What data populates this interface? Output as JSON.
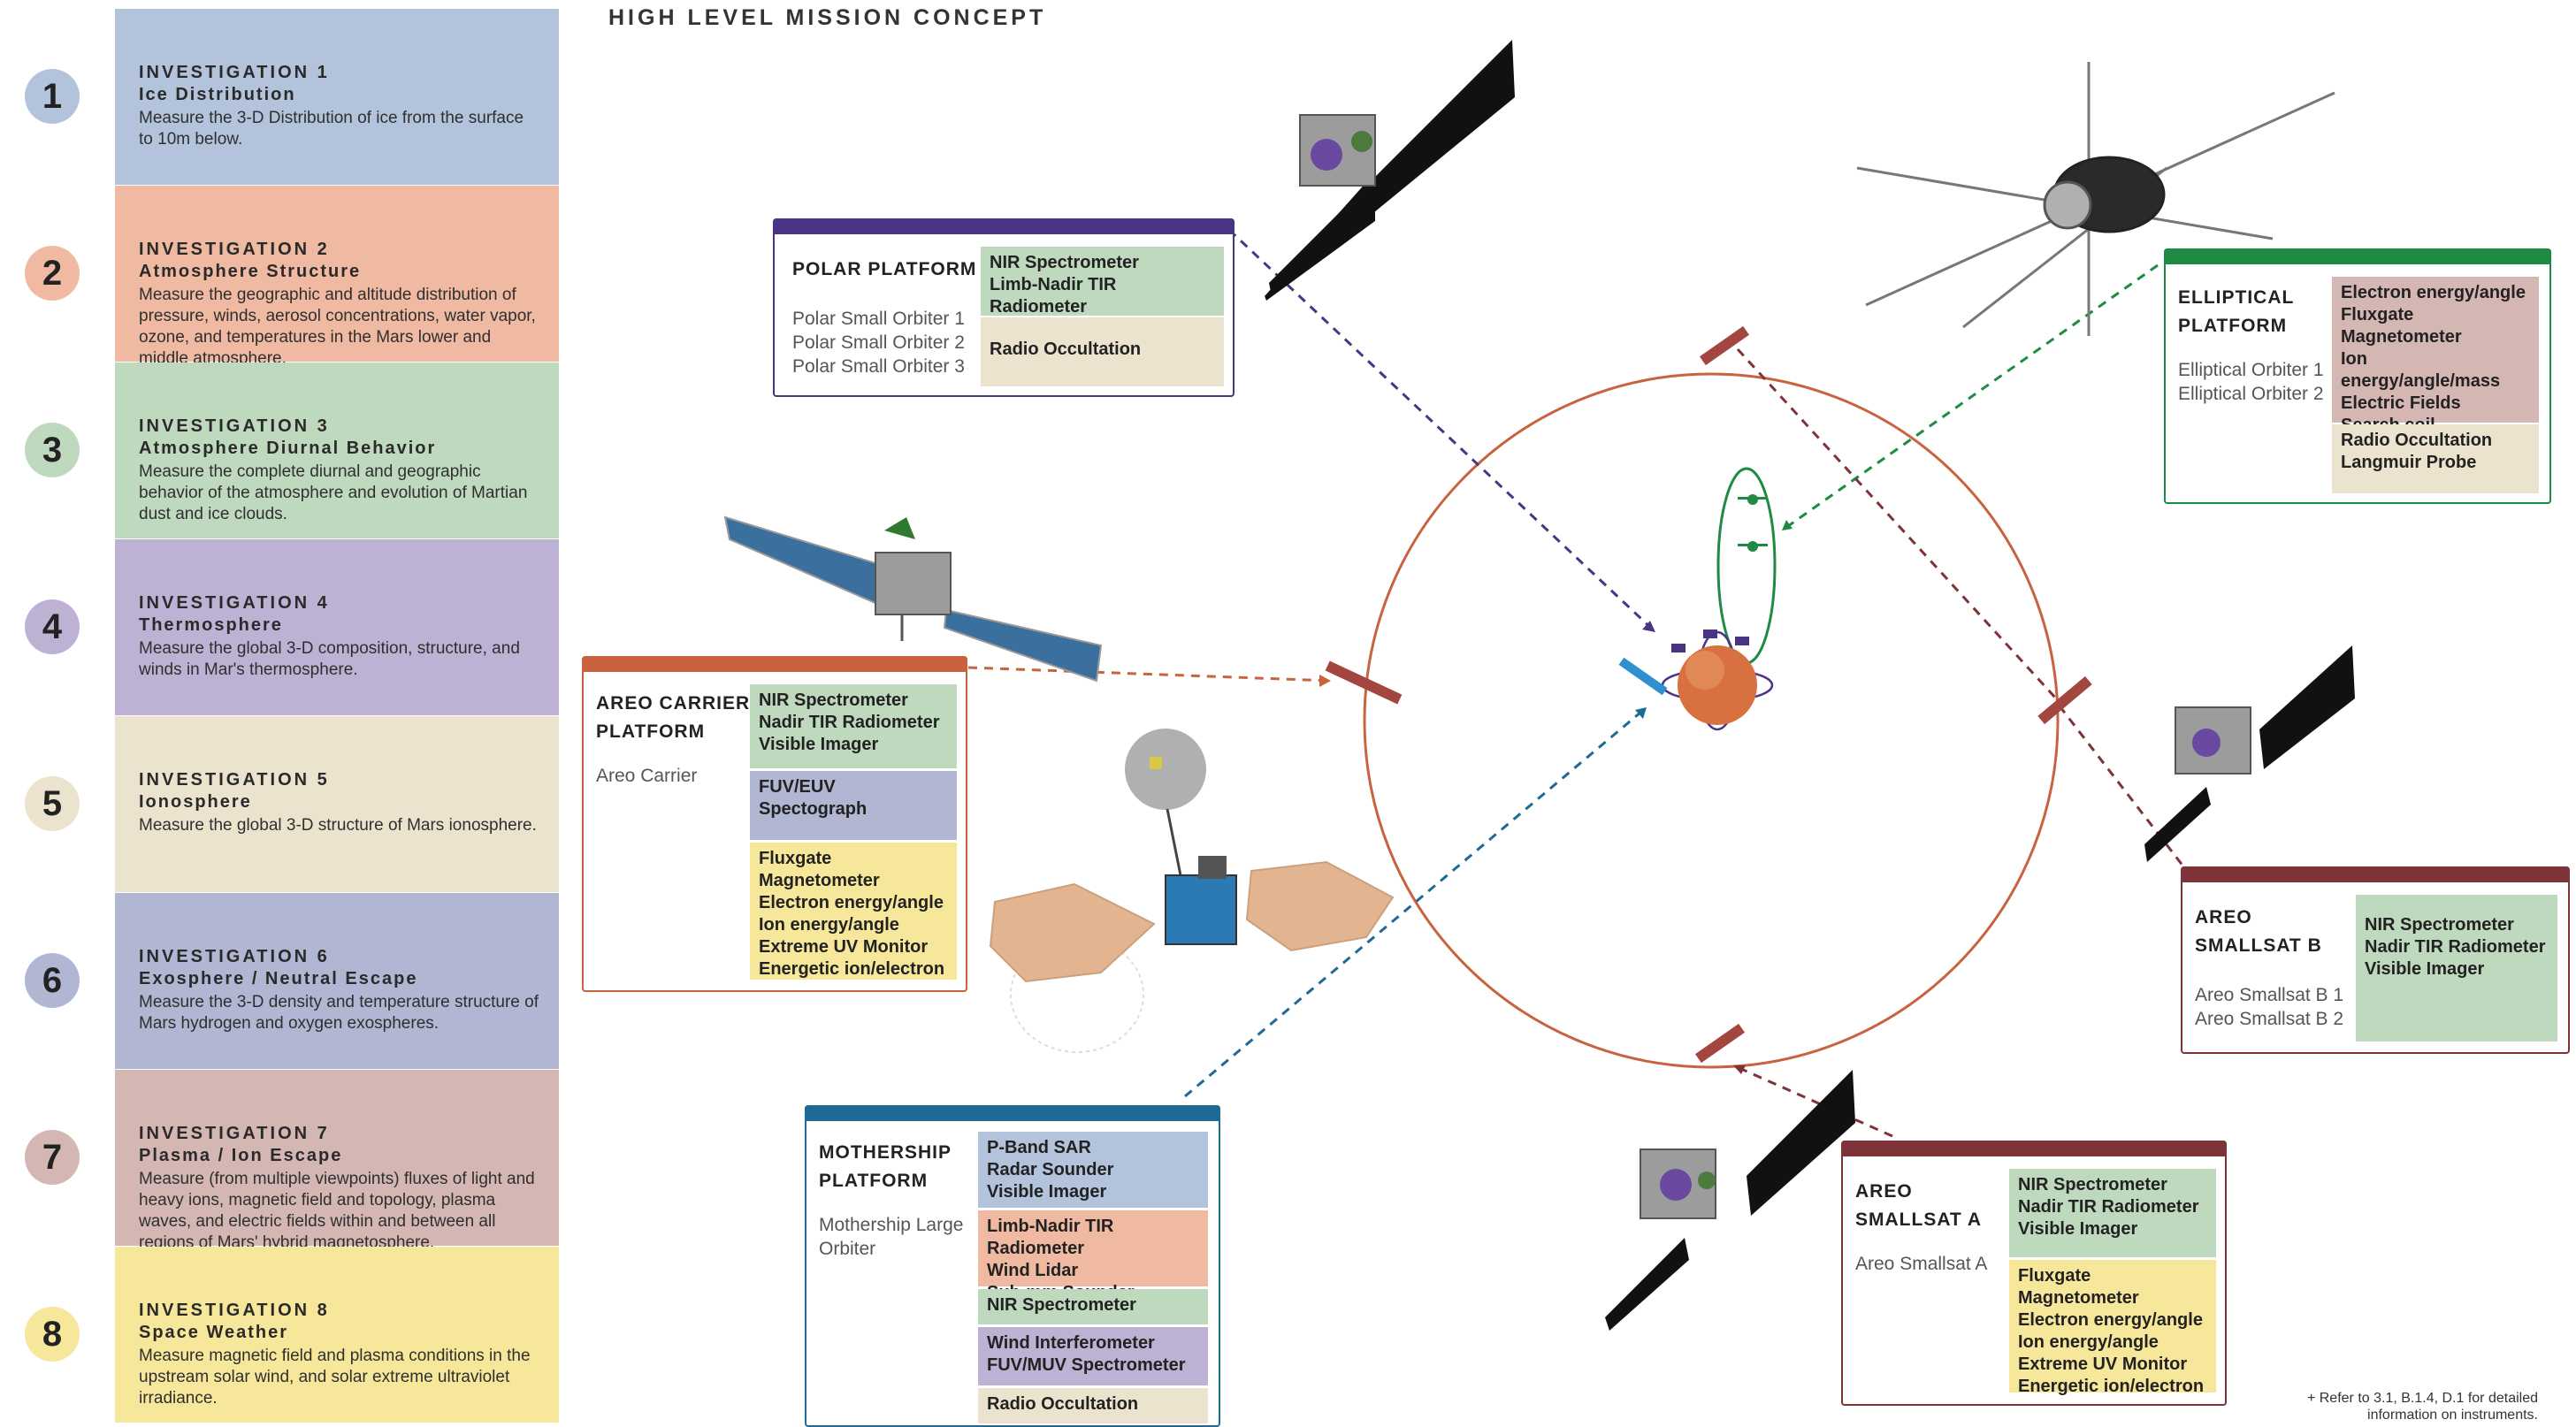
{
  "title": "HIGH LEVEL MISSION CONCEPT",
  "investigations": [
    {
      "num": "1",
      "kicker": "INVESTIGATION 1",
      "name": "Ice Distribution",
      "desc": "Measure the 3-D Distribution of ice from the surface to 10m below.",
      "color": "#b3c3dc"
    },
    {
      "num": "2",
      "kicker": "INVESTIGATION 2",
      "name": "Atmosphere Structure",
      "desc": "Measure the geographic and altitude distribution of pressure, winds, aerosol concentrations, water vapor, ozone, and temperatures in the Mars lower and middle atmosphere.",
      "color": "#efb9a2"
    },
    {
      "num": "3",
      "kicker": "INVESTIGATION 3",
      "name": "Atmosphere Diurnal Behavior",
      "desc": "Measure the complete diurnal and geographic behavior of the atmosphere and evolution of Martian dust and ice clouds.",
      "color": "#bfd9bf"
    },
    {
      "num": "4",
      "kicker": "INVESTIGATION 4",
      "name": "Thermosphere",
      "desc": "Measure the global 3-D composition, structure, and winds in Mar's thermosphere.",
      "color": "#bdb1d4"
    },
    {
      "num": "5",
      "kicker": "INVESTIGATION 5",
      "name": "Ionosphere",
      "desc": "Measure the global 3-D structure of Mars ionosphere.",
      "color": "#ece3cf"
    },
    {
      "num": "6",
      "kicker": "INVESTIGATION 6",
      "name": "Exosphere / Neutral Escape",
      "desc": "Measure the 3-D density and temperature structure of Mars hydrogen and oxygen exospheres.",
      "color": "#b1b6d2"
    },
    {
      "num": "7",
      "kicker": "INVESTIGATION 7",
      "name": "Plasma / Ion Escape",
      "desc": "Measure (from multiple viewpoints) fluxes of light and heavy ions, magnetic field and topology, plasma waves, and electric fields within and between all regions of Mars' hybrid magnetosphere.",
      "color": "#d4b6b3"
    },
    {
      "num": "8",
      "kicker": "INVESTIGATION 8",
      "name": "Space Weather",
      "desc": "Measure magnetic field and plasma conditions in the upstream solar wind, and solar extreme ultraviolet irradiance.",
      "color": "#f7e79a"
    }
  ],
  "platforms": {
    "polar": {
      "title": "POLAR PLATFORM",
      "members": "Polar Small Orbiter 1\nPolar Small Orbiter 2\nPolar Small Orbiter 3",
      "color": "#4a3585",
      "instruments": [
        {
          "text": "NIR Spectrometer\nLimb-Nadir TIR Radiometer",
          "color": "#bfd9bf"
        },
        {
          "text": "Radio Occultation",
          "color": "#ece3cf"
        }
      ]
    },
    "elliptical": {
      "title": "ELLIPTICAL\nPLATFORM",
      "members": "Elliptical Orbiter 1\nElliptical Orbiter 2",
      "color": "#1f8a44",
      "instruments": [
        {
          "text": "Electron energy/angle\nFluxgate Magnetometer\nIon energy/angle/mass\nElectric Fields\nSearch coil\nmagnetometer",
          "color": "#d4b6b3"
        },
        {
          "text": "Radio Occultation\nLangmuir Probe",
          "color": "#ece3cf"
        }
      ]
    },
    "areo_carrier": {
      "title": "AREO CARRIER\nPLATFORM",
      "members": "Areo Carrier",
      "color": "#c8623f",
      "instruments": [
        {
          "text": "NIR Spectrometer\nNadir TIR Radiometer\nVisible Imager",
          "color": "#bfd9bf"
        },
        {
          "text": "FUV/EUV\nSpectograph",
          "color": "#b1b6d2"
        },
        {
          "text": "Fluxgate Magnetometer\nElectron energy/angle\nIon energy/angle\nExtreme UV Monitor\nEnergetic ion/electron",
          "color": "#f7e79a"
        }
      ]
    },
    "areo_b": {
      "title": "AREO\nSMALLSAT B",
      "members": "Areo Smallsat B 1\nAreo Smallsat B 2",
      "color": "#7e3338",
      "instruments": [
        {
          "text": "NIR Spectrometer\nNadir TIR Radiometer\nVisible Imager",
          "color": "#bfd9bf"
        }
      ]
    },
    "mothership": {
      "title": "MOTHERSHIP\nPLATFORM",
      "members": "Mothership Large\nOrbiter",
      "color": "#1d6a96",
      "instruments": [
        {
          "text": "P-Band SAR\nRadar Sounder\nVisible Imager",
          "color": "#b3c3dc"
        },
        {
          "text": "Limb-Nadir TIR Radiometer\nWind Lidar\nSub-mm Sounder",
          "color": "#efb9a2"
        },
        {
          "text": "NIR Spectrometer",
          "color": "#bfd9bf"
        },
        {
          "text": "Wind Interferometer\nFUV/MUV Spectrometer",
          "color": "#bdb1d4"
        },
        {
          "text": "Radio Occultation",
          "color": "#ece3cf"
        }
      ]
    },
    "areo_a": {
      "title": "AREO\nSMALLSAT A",
      "members": "Areo Smallsat A",
      "color": "#7e3338",
      "instruments": [
        {
          "text": "NIR Spectrometer\nNadir TIR Radiometer\nVisible Imager",
          "color": "#bfd9bf"
        },
        {
          "text": "Fluxgate Magnetometer\nElectron energy/angle\nIon energy/angle\nExtreme UV Monitor\nEnergetic ion/electron",
          "color": "#f7e79a"
        }
      ]
    }
  },
  "footnote": "+ Refer to 3.1, B.1.4, D.1 for detailed information on instruments.",
  "colors": {
    "areo_orbit": "#c8623f",
    "polar_link": "#4a3585",
    "elliptical_link": "#1f8a44",
    "areo_link": "#7e3338",
    "mothership_link": "#1d6a96",
    "mars": "#d8703f"
  }
}
